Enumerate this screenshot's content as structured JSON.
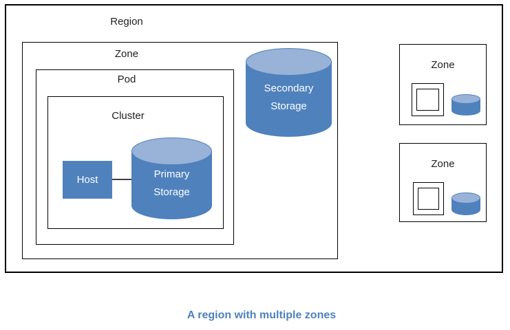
{
  "caption": "A region with multiple zones",
  "diagram": {
    "region_label": "Region",
    "zone_label": "Zone",
    "pod_label": "Pod",
    "cluster_label": "Cluster",
    "host_label": "Host",
    "primary_storage": {
      "line1": "Primary",
      "line2": "Storage"
    },
    "secondary_storage": {
      "line1": "Secondary",
      "line2": "Storage"
    },
    "right_zones": [
      {
        "label": "Zone"
      },
      {
        "label": "Zone"
      }
    ]
  },
  "colors": {
    "accent": "#4f81bd",
    "cylinder_top": "#99b2d8",
    "box_border": "#000000",
    "label_text": "#1f1f1f",
    "caption_text": "#4f81bd",
    "connector": "#404040"
  }
}
